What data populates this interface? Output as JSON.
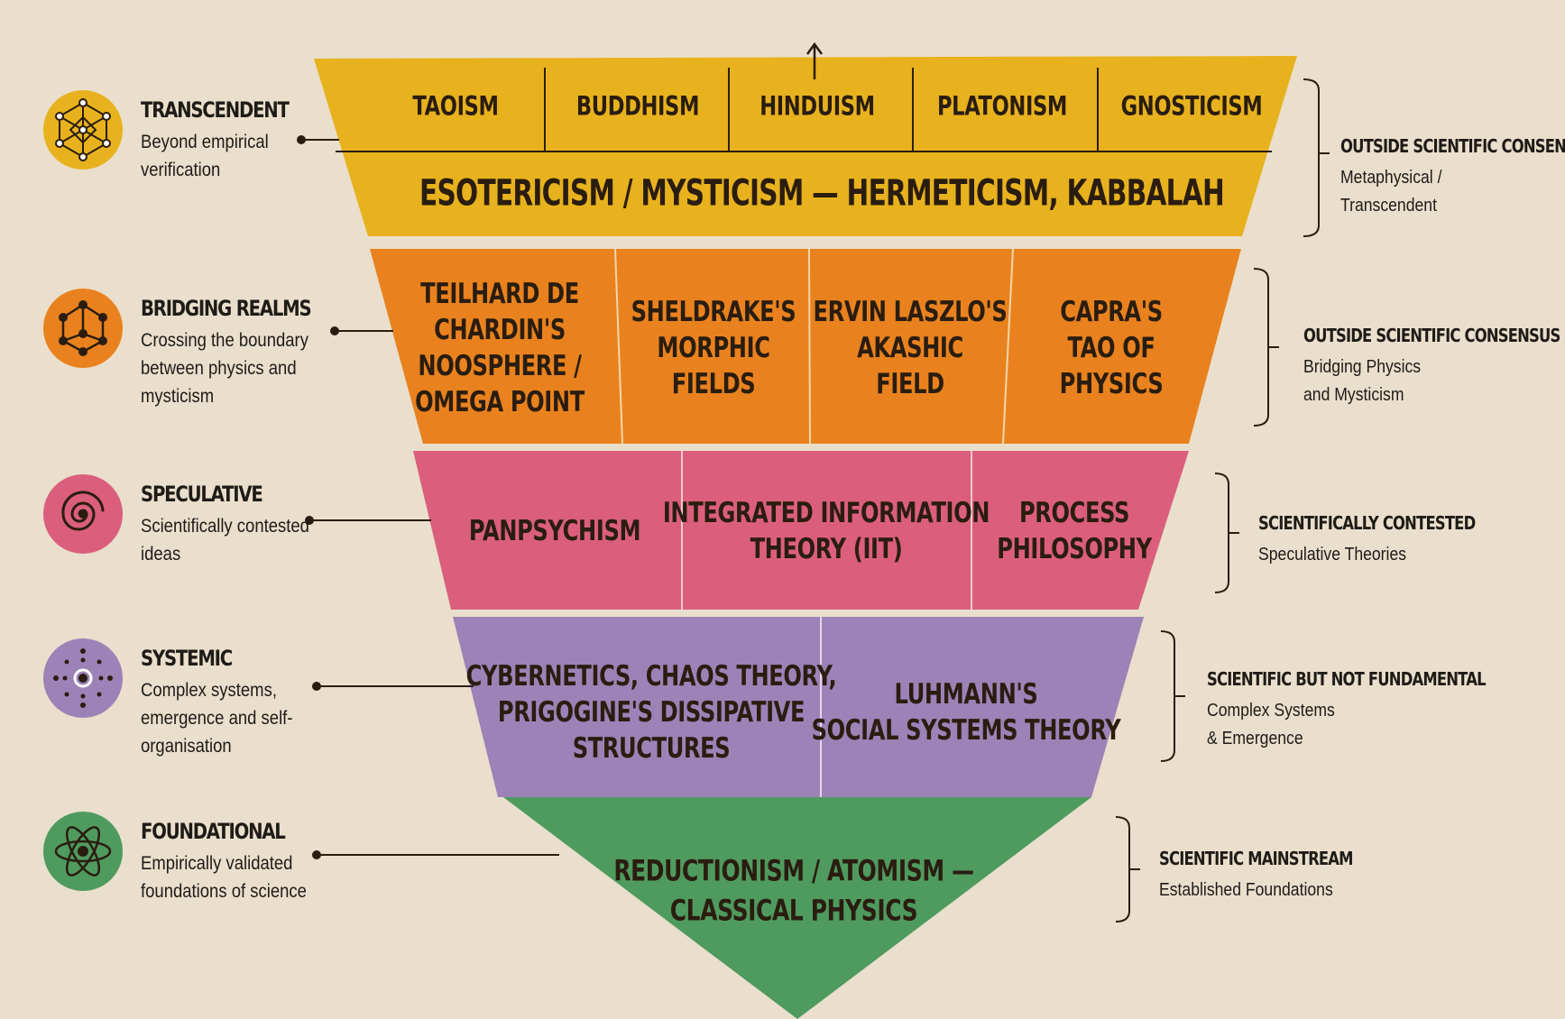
{
  "levels": [
    {
      "title": "TRANSCENDENT",
      "desc": "Beyond empirical verification",
      "icon": "lattice-icon",
      "color": "#e8b21e"
    },
    {
      "title": "BRIDGING REALMS",
      "desc": "Crossing the boundary between physics and mysticism",
      "icon": "network-icon",
      "color": "#e9821e"
    },
    {
      "title": "SPECULATIVE",
      "desc": "Scientifically contested ideas",
      "icon": "spiral-icon",
      "color": "#db5f7c"
    },
    {
      "title": "SYSTEMIC",
      "desc": "Complex systems, emergence and self-organisation",
      "icon": "dots-icon",
      "color": "#9d82b7"
    },
    {
      "title": "FOUNDATIONAL",
      "desc": "Empirically validated foundations of science",
      "icon": "atom-icon",
      "color": "#4f9a5e"
    }
  ],
  "bands": {
    "transcendent": {
      "cells": [
        "TAOISM",
        "BUDDHISM",
        "HINDUISM",
        "PLATONISM",
        "GNOSTICISM"
      ],
      "main": "ESOTERICISM / MYSTICISM — HERMETICISM, KABBALAH"
    },
    "bridging": {
      "cells": [
        [
          "TEILHARD DE",
          "CHARDIN'S",
          "NOOSPHERE /",
          "OMEGA POINT"
        ],
        [
          "SHELDRAKE'S",
          "MORPHIC",
          "FIELDS"
        ],
        [
          "ERVIN LASZLO'S",
          "AKASHIC",
          "FIELD"
        ],
        [
          "CAPRA'S",
          "TAO OF",
          "PHYSICS"
        ]
      ]
    },
    "speculative": {
      "cells": [
        [
          "PANPSYCHISM"
        ],
        [
          "INTEGRATED INFORMATION",
          "THEORY (IIT)"
        ],
        [
          "PROCESS",
          "PHILOSOPHY"
        ]
      ]
    },
    "systemic": {
      "cells": [
        [
          "CYBERNETICS, CHAOS THEORY,",
          "PRIGOGINE'S DISSIPATIVE",
          "STRUCTURES"
        ],
        [
          "LUHMANN'S",
          "SOCIAL SYSTEMS THEORY"
        ]
      ]
    },
    "foundational": {
      "cells": [
        [
          "REDUCTIONISM / ATOMISM —",
          "CLASSICAL PHYSICS"
        ]
      ]
    }
  },
  "consensus": [
    {
      "title": "OUTSIDE SCIENTIFIC CONSENSUS",
      "desc": "Metaphysical / Transcendent"
    },
    {
      "title": "OUTSIDE SCIENTIFIC CONSENSUS",
      "desc": "Bridging Physics and Mysticism"
    },
    {
      "title": "SCIENTIFICALLY CONTESTED",
      "desc": "Speculative Theories"
    },
    {
      "title": "SCIENTIFIC BUT NOT FUNDAMENTAL",
      "desc": "Complex Systems & Emergence"
    },
    {
      "title": "SCIENTIFIC MAINSTREAM",
      "desc": "Established Foundations"
    }
  ],
  "colors": {
    "background": "#e9dfcc",
    "transcendent": "#e8b21e",
    "bridging": "#e9821e",
    "speculative": "#db5f7c",
    "systemic": "#9d82b7",
    "foundational": "#4f9a5e",
    "ink": "#1f1b16"
  }
}
